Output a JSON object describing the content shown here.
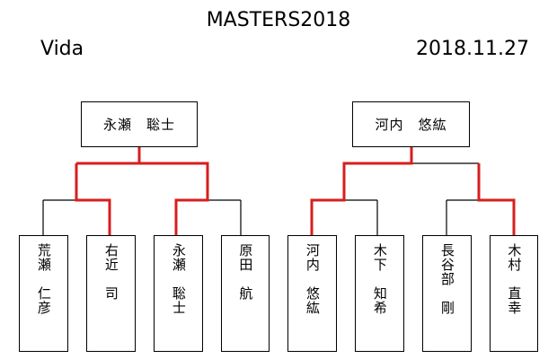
{
  "header": {
    "title": "MASTERS2018",
    "venue": "Vida",
    "date": "2018.11.27"
  },
  "colors": {
    "winner_line": "#d81e1e",
    "line": "#000000"
  },
  "left_bracket": {
    "champion": "永瀬　聡士",
    "players": [
      "荒瀬　仁彦",
      "右近　司",
      "永瀬　聡士",
      "原田　航"
    ]
  },
  "right_bracket": {
    "champion": "河内　悠紘",
    "players": [
      "河内　悠紘",
      "木下　知希",
      "長谷部　剛",
      "木村　直幸"
    ]
  }
}
